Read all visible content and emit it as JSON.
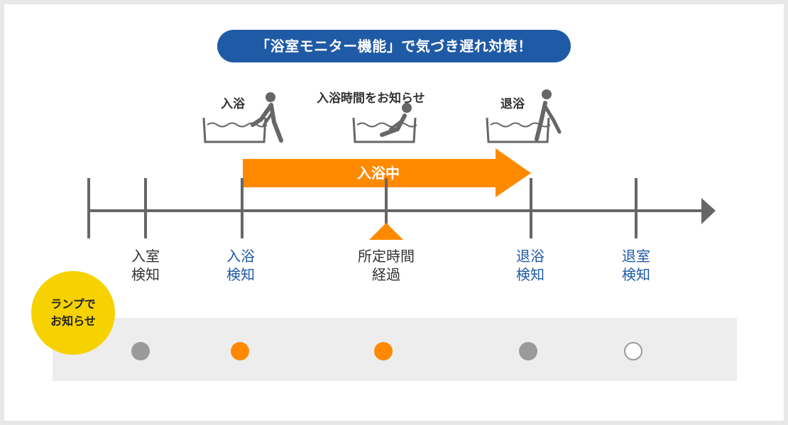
{
  "title": "「浴室モニター機能」で気づき遅れ対策！",
  "scenes": [
    {
      "label": "入浴",
      "icon": "person-entering-bath-icon"
    },
    {
      "label": "入浴時間をお知らせ",
      "icon": "person-bathing-icon"
    },
    {
      "label": "退浴",
      "icon": "person-leaving-bath-icon"
    }
  ],
  "bathing_bar": {
    "label": "入浴中",
    "color": "#ff8a00"
  },
  "timeline": [
    {
      "line1": "入室",
      "line2": "検知",
      "color": "#333333"
    },
    {
      "line1": "入浴",
      "line2": "検知",
      "color": "#1f5aa6"
    },
    {
      "line1": "所定時間",
      "line2": "経過",
      "color": "#333333"
    },
    {
      "line1": "退浴",
      "line2": "検知",
      "color": "#1f5aa6"
    },
    {
      "line1": "退室",
      "line2": "検知",
      "color": "#1f5aa6"
    }
  ],
  "lamp_badge": {
    "line1": "ランプで",
    "line2": "お知らせ"
  },
  "lamps": [
    {
      "state": "gray"
    },
    {
      "state": "orange-blinking"
    },
    {
      "state": "orange-blinking"
    },
    {
      "state": "gray"
    },
    {
      "state": "off"
    }
  ],
  "colors": {
    "accent_blue": "#1f5aa6",
    "orange": "#ff8a00",
    "yellow": "#f5d200",
    "axis": "#666666"
  }
}
